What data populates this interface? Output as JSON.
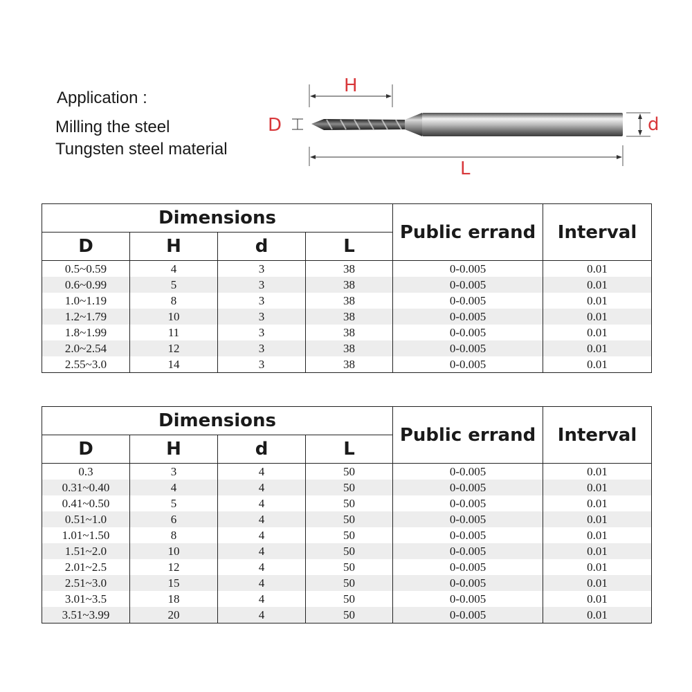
{
  "application": {
    "title": "Application :",
    "lines": [
      "Milling the steel",
      "Tungsten steel material"
    ]
  },
  "diagram": {
    "labels": {
      "H": "H",
      "D": "D",
      "d": "d",
      "L": "L"
    },
    "label_color": "#d8373a"
  },
  "tables": [
    {
      "group_header": "Dimensions",
      "public_errand_header": "Public errand",
      "interval_header": "Interval",
      "columns": [
        "D",
        "H",
        "d",
        "L"
      ],
      "rows": [
        [
          "0.5~0.59",
          "4",
          "3",
          "38",
          "0-0.005",
          "0.01"
        ],
        [
          "0.6~0.99",
          "5",
          "3",
          "38",
          "0-0.005",
          "0.01"
        ],
        [
          "1.0~1.19",
          "8",
          "3",
          "38",
          "0-0.005",
          "0.01"
        ],
        [
          "1.2~1.79",
          "10",
          "3",
          "38",
          "0-0.005",
          "0.01"
        ],
        [
          "1.8~1.99",
          "11",
          "3",
          "38",
          "0-0.005",
          "0.01"
        ],
        [
          "2.0~2.54",
          "12",
          "3",
          "38",
          "0-0.005",
          "0.01"
        ],
        [
          "2.55~3.0",
          "14",
          "3",
          "38",
          "0-0.005",
          "0.01"
        ]
      ]
    },
    {
      "group_header": "Dimensions",
      "public_errand_header": "Public errand",
      "interval_header": "Interval",
      "columns": [
        "D",
        "H",
        "d",
        "L"
      ],
      "rows": [
        [
          "0.3",
          "3",
          "4",
          "50",
          "0-0.005",
          "0.01"
        ],
        [
          "0.31~0.40",
          "4",
          "4",
          "50",
          "0-0.005",
          "0.01"
        ],
        [
          "0.41~0.50",
          "5",
          "4",
          "50",
          "0-0.005",
          "0.01"
        ],
        [
          "0.51~1.0",
          "6",
          "4",
          "50",
          "0-0.005",
          "0.01"
        ],
        [
          "1.01~1.50",
          "8",
          "4",
          "50",
          "0-0.005",
          "0.01"
        ],
        [
          "1.51~2.0",
          "10",
          "4",
          "50",
          "0-0.005",
          "0.01"
        ],
        [
          "2.01~2.5",
          "12",
          "4",
          "50",
          "0-0.005",
          "0.01"
        ],
        [
          "2.51~3.0",
          "15",
          "4",
          "50",
          "0-0.005",
          "0.01"
        ],
        [
          "3.01~3.5",
          "18",
          "4",
          "50",
          "0-0.005",
          "0.01"
        ],
        [
          "3.51~3.99",
          "20",
          "4",
          "50",
          "0-0.005",
          "0.01"
        ]
      ]
    }
  ]
}
